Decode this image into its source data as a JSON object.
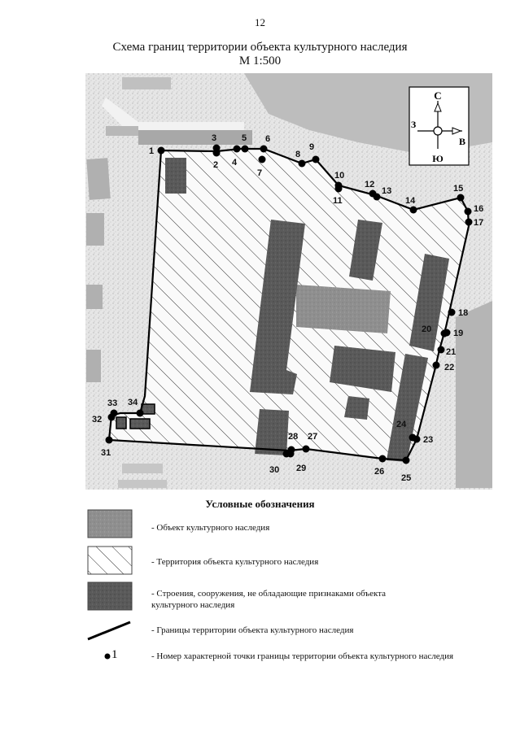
{
  "page_number": "12",
  "title": "Схема границ территории объекта культурного наследия",
  "scale": "М 1:500",
  "compass": {
    "north": "С",
    "south": "Ю",
    "west": "З",
    "east": "В"
  },
  "points": [
    {
      "label": "1"
    },
    {
      "label": "2"
    },
    {
      "label": "3"
    },
    {
      "label": "4"
    },
    {
      "label": "5"
    },
    {
      "label": "6"
    },
    {
      "label": "7"
    },
    {
      "label": "8"
    },
    {
      "label": "9"
    },
    {
      "label": "10"
    },
    {
      "label": "11"
    },
    {
      "label": "12"
    },
    {
      "label": "13"
    },
    {
      "label": "14"
    },
    {
      "label": "15"
    },
    {
      "label": "16"
    },
    {
      "label": "17"
    },
    {
      "label": "18"
    },
    {
      "label": "19"
    },
    {
      "label": "20"
    },
    {
      "label": "21"
    },
    {
      "label": "22"
    },
    {
      "label": "23"
    },
    {
      "label": "24"
    },
    {
      "label": "25"
    },
    {
      "label": "26"
    },
    {
      "label": "27"
    },
    {
      "label": "28"
    },
    {
      "label": "29"
    },
    {
      "label": "30"
    },
    {
      "label": "31"
    },
    {
      "label": "32"
    },
    {
      "label": "33"
    },
    {
      "label": "34"
    }
  ],
  "legend": {
    "title": "Условные обозначения",
    "items": [
      {
        "text": "- Объект культурного наследия"
      },
      {
        "text": "- Территория объекта культурного наследия"
      },
      {
        "text": "- Строения, сооружения, не обладающие признаками объекта культурного наследия"
      },
      {
        "text": "- Границы территории объекта культурного наследия"
      },
      {
        "text": "- Номер характерной точки границы территории объекта культурного наследия"
      }
    ],
    "point_sample_label": "1"
  },
  "colors": {
    "heritage_object": "#8f8f8f",
    "other_building": "#5a5a5a",
    "background_built": "#c4c4c4",
    "boundary": "#000000"
  }
}
